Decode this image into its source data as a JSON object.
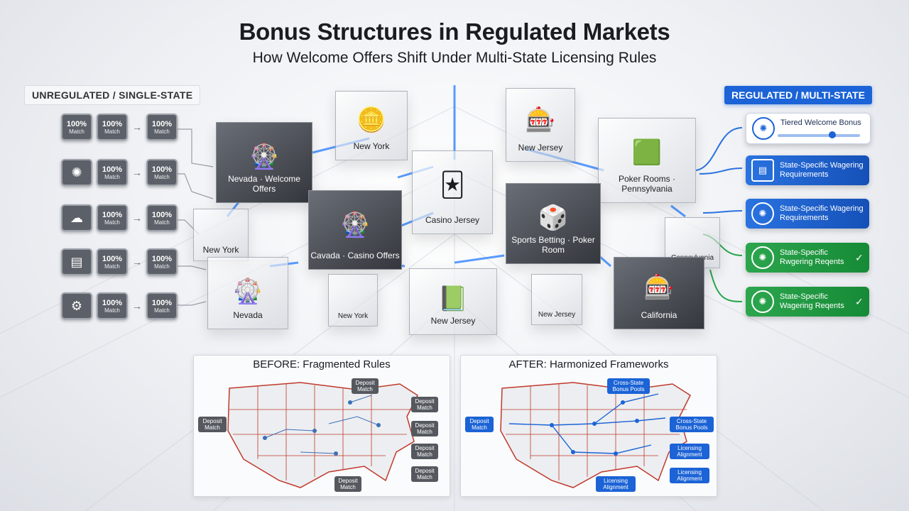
{
  "header": {
    "title": "Bonus Structures in Regulated Markets",
    "subtitle": "How Welcome Offers Shift Under Multi-State Licensing Rules"
  },
  "left_panel": {
    "label": "UNREGULATED / SINGLE-STATE",
    "rows": [
      {
        "icon": "badge-icon",
        "cells": [
          {
            "pct": "100%",
            "sub": "Match"
          },
          {
            "pct": "100%",
            "sub": "Match"
          },
          {
            "pct": "100%",
            "sub": "Match"
          }
        ]
      },
      {
        "icon": "chip-icon",
        "cells": [
          {
            "pct": "100%",
            "sub": "Match"
          },
          {
            "pct": "100%",
            "sub": "Match"
          }
        ]
      },
      {
        "icon": "handshake-icon",
        "cells": [
          {
            "pct": "100%",
            "sub": "Match"
          },
          {
            "pct": "100%",
            "sub": "Match"
          }
        ]
      },
      {
        "icon": "document-icon",
        "cells": [
          {
            "pct": "100%",
            "sub": "Match"
          },
          {
            "pct": "100%",
            "sub": "Match"
          }
        ]
      },
      {
        "icon": "gear-icon",
        "cells": [
          {
            "pct": "100%",
            "sub": "Match"
          },
          {
            "pct": "100%",
            "sub": "Match"
          }
        ]
      }
    ]
  },
  "cubes": [
    {
      "label": "Nevada",
      "label2": "Welcome Offers",
      "dark": true
    },
    {
      "label": "New York"
    },
    {
      "label": "New Jersey"
    },
    {
      "label": "Poker Rooms",
      "label2": "Pennsylvania"
    },
    {
      "label": "New York"
    },
    {
      "label": "Cavada",
      "label2": "Casino Offers",
      "dark": true
    },
    {
      "label": "Casino Jersey"
    },
    {
      "label": "Sports Betting",
      "label2": "Poker Room",
      "dark": true
    },
    {
      "label": "Cennsylvania"
    },
    {
      "label": "Nevada"
    },
    {
      "label": "New York"
    },
    {
      "label": "New Jersey"
    },
    {
      "label": "New Jersey"
    },
    {
      "label": "California",
      "dark": true
    }
  ],
  "right_panel": {
    "label": "REGULATED / MULTI-STATE",
    "cards": [
      {
        "text": "Tiered Welcome Bonus",
        "style": "white",
        "icon": "chip-icon"
      },
      {
        "text": "State-Specific Wagering Requirements",
        "style": "blue",
        "icon": "document-icon"
      },
      {
        "text": "State-Specific Wagering Requirements",
        "style": "blue",
        "icon": "chip-icon"
      },
      {
        "text": "State-Specific Rwgering Reqents",
        "style": "green",
        "icon": "chip-icon",
        "check": "✓"
      },
      {
        "text": "State-Specific Wagering Reqents",
        "style": "green",
        "icon": "chip-icon",
        "check": "✓"
      }
    ]
  },
  "before_panel": {
    "title": "BEFORE: Fragmented Rules",
    "tags": [
      "Deposit Match",
      "Deposit Match",
      "Deposit Match",
      "Deposit Match",
      "Deposit Match",
      "Deposit Match",
      "Deposit Match"
    ]
  },
  "after_panel": {
    "title": "AFTER: Harmonized Frameworks",
    "tags": [
      "Cross-State Bonus Pools",
      "Deposit Match",
      "Cross-State Bonus Pools",
      "Licensing Alignment",
      "Licensing Alignment",
      "Licensing Alignment"
    ]
  },
  "colors": {
    "accent_blue": "#1b63d6",
    "accent_green": "#1f9a42",
    "map_border_red": "#c0392b",
    "chip_grey": "#5c6068"
  }
}
